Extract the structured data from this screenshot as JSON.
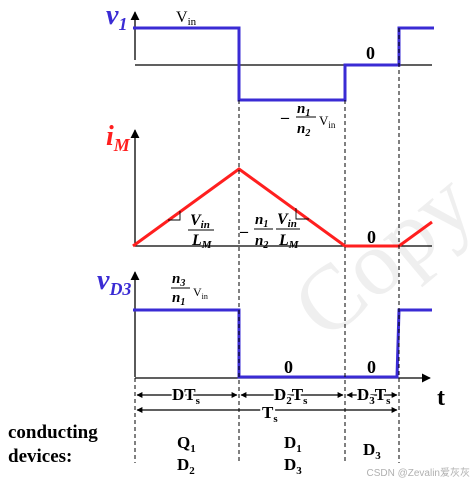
{
  "signals": {
    "v1": {
      "name": "v",
      "sub": "1",
      "color": "#3a2bd4"
    },
    "im": {
      "name": "i",
      "sub": "M",
      "color": "#ff1f1f"
    },
    "vd3": {
      "name": "v",
      "sub": "D3",
      "color": "#3a2bd4"
    }
  },
  "labels": {
    "vin_main": "V",
    "vin_sub": "in",
    "zero": "0",
    "neg_sign": "–",
    "n1": "n",
    "n1_sub": "1",
    "n2": "n",
    "n2_sub": "2",
    "n3": "n",
    "n3_sub": "3",
    "vin_frac_sub": "in",
    "Vin_it": "V",
    "Vin_it_sub": "in",
    "LM": "L",
    "LM_sub": "M",
    "t_axis": "t"
  },
  "intervals": {
    "dts": {
      "main": "DT",
      "sub": "s"
    },
    "d2ts": {
      "pre": "D",
      "pre_sub": "2",
      "main": "T",
      "sub": "s"
    },
    "d3ts": {
      "pre": "D",
      "pre_sub": "3",
      "main": "T",
      "sub": "s"
    },
    "ts": {
      "main": "T",
      "sub": "s"
    }
  },
  "conducting": {
    "line1": "conducting",
    "line2": "devices:",
    "intervals": [
      {
        "a": "Q",
        "a_sub": "1",
        "b": "D",
        "b_sub": "2"
      },
      {
        "a": "D",
        "a_sub": "1",
        "b": "D",
        "b_sub": "3"
      },
      {
        "a": "D",
        "a_sub": "3",
        "b": "",
        "b_sub": ""
      }
    ]
  },
  "watermark": {
    "text": "Copy",
    "corner": "CSDN @Zevalin爱灰灰"
  },
  "colors": {
    "blue": "#3a2bd4",
    "red": "#ff1f1f",
    "axis": "#000000"
  }
}
